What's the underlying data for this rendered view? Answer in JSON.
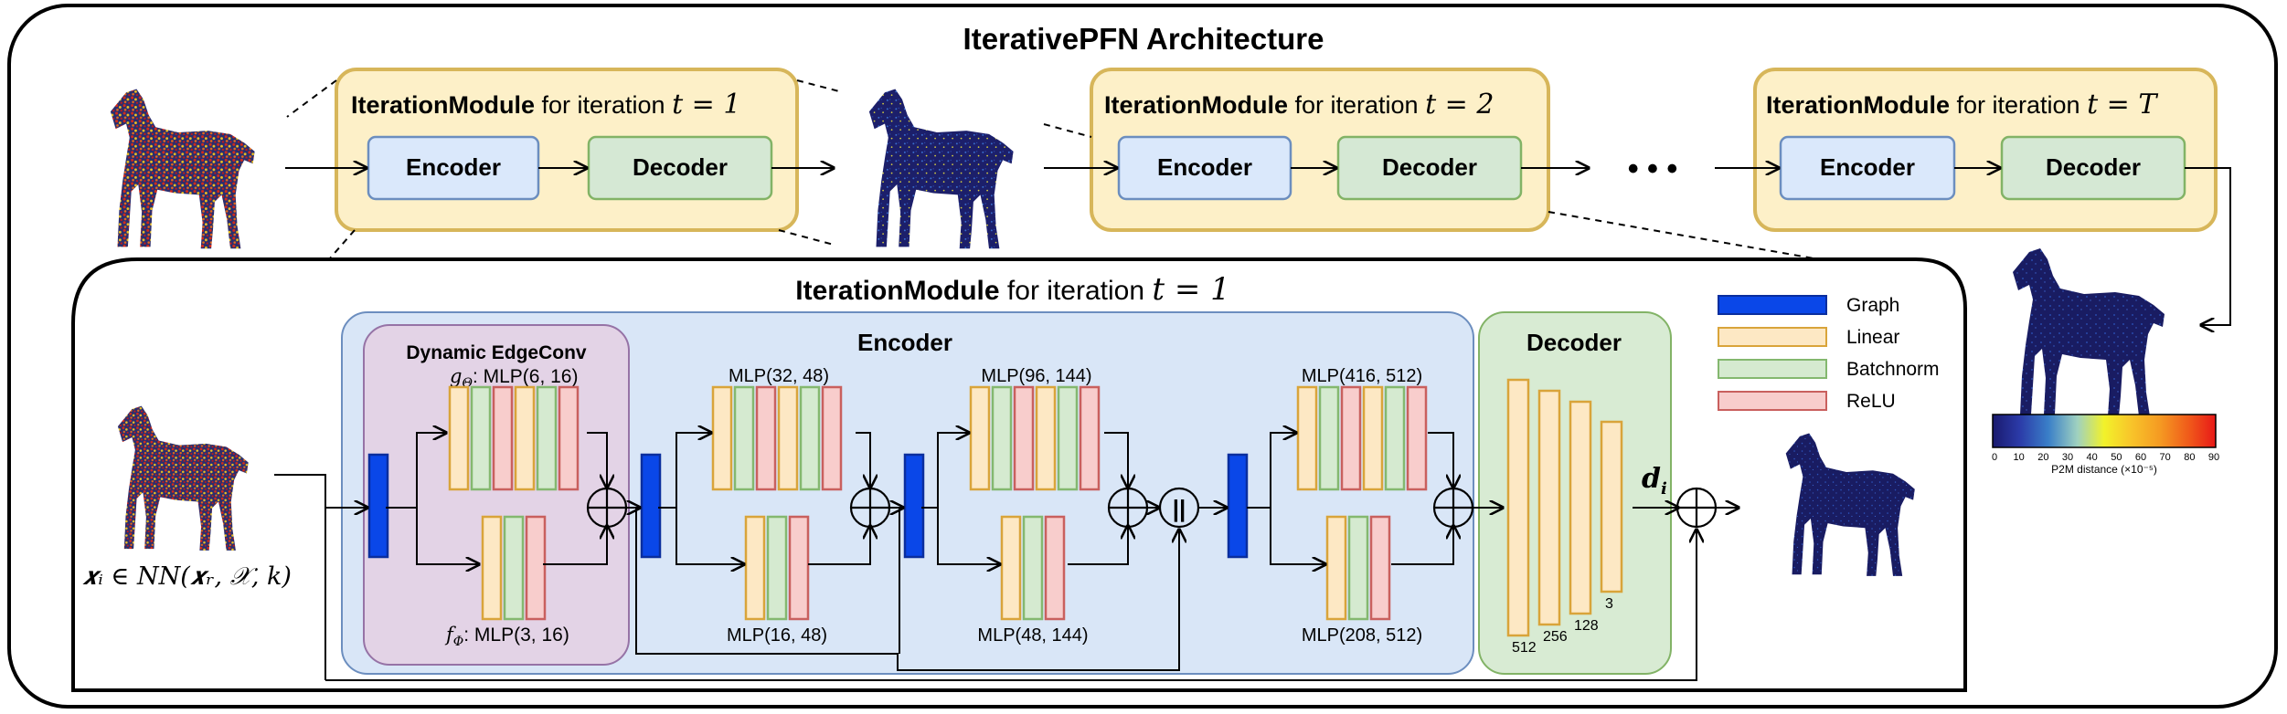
{
  "title": "IterativePFN Architecture",
  "top_modules": [
    {
      "prefix": "IterationModule",
      "suffix": " for iteration ",
      "math": "t = 1",
      "encoder": "Encoder",
      "decoder": "Decoder"
    },
    {
      "prefix": "IterationModule",
      "suffix": " for iteration ",
      "math": "t = 2",
      "encoder": "Encoder",
      "decoder": "Decoder"
    },
    {
      "prefix": "IterationModule",
      "suffix": " for iteration ",
      "math": "t = T",
      "encoder": "Encoder",
      "decoder": "Decoder"
    }
  ],
  "ellipsis": "• • •",
  "detail": {
    "title_prefix": "IterationModule",
    "title_suffix": " for iteration ",
    "title_math": "t = 1",
    "input_label": "𝒙ᵢ ∈ NN(𝒙ᵣ, 𝒳, k)",
    "edgeconv_title": "Dynamic EdgeConv",
    "g_label": "g",
    "g_sub": "Θ",
    "g_mlp": ": MLP(6, 16)",
    "f_label": "f",
    "f_sub": "Φ",
    "f_mlp": ": MLP(3, 16)",
    "encoder_title": "Encoder",
    "decoder_title": "Decoder",
    "mlp_labels": [
      "MLP(32, 48)",
      "MLP(16, 48)",
      "MLP(96, 144)",
      "MLP(48, 144)",
      "MLP(416, 512)",
      "MLP(208, 512)"
    ],
    "concat_symbol": "||",
    "decoder_sizes": [
      "512",
      "256",
      "128",
      "3"
    ],
    "output_label": "d",
    "output_sub": "i"
  },
  "legend": [
    {
      "label": "Graph",
      "fill": "#0a47e8",
      "stroke": "#0a2e9e"
    },
    {
      "label": "Linear",
      "fill": "#fde8c4",
      "stroke": "#d9a43a"
    },
    {
      "label": "Batchnorm",
      "fill": "#d5ead0",
      "stroke": "#84b86f"
    },
    {
      "label": "ReLU",
      "fill": "#f8cdcc",
      "stroke": "#c9605e"
    }
  ],
  "colorbar": {
    "ticks": [
      "0",
      "10",
      "20",
      "30",
      "40",
      "50",
      "60",
      "70",
      "80",
      "90"
    ],
    "label": "P2M distance (×10⁻⁵)"
  },
  "colors": {
    "module_fill": "#fdf0c8",
    "module_stroke": "#d7b65a",
    "encoder_box_fill": "#dae8fb",
    "encoder_box_stroke": "#6c8ebf",
    "decoder_box_fill": "#d5e8d4",
    "decoder_box_stroke": "#82b366",
    "encoder_region": "#d9e6f7",
    "edgeconv_region": "#e3d3e6",
    "decoder_region": "#d8ebd3"
  }
}
